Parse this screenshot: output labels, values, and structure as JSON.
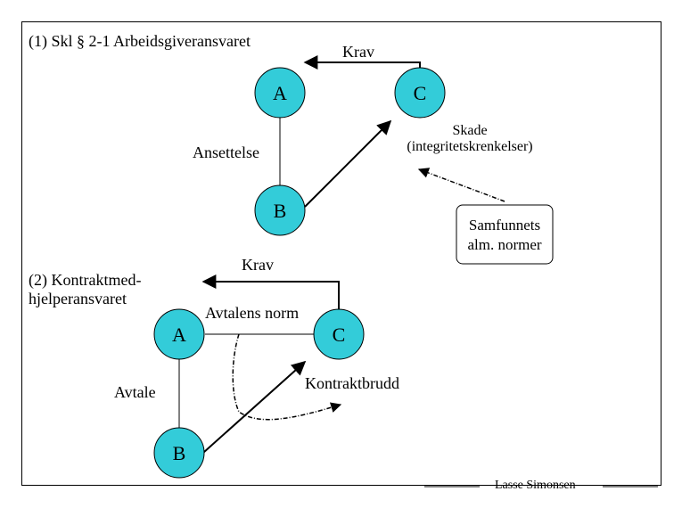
{
  "colors": {
    "node_fill": "#33ccd9",
    "line": "#000000",
    "background": "#ffffff"
  },
  "section1": {
    "title": "(1) Skl § 2-1 Arbeidsgiveransvaret",
    "node_a": "A",
    "node_b": "B",
    "node_c": "C",
    "krav": "Krav",
    "ansettelse": "Ansettelse",
    "skade_line1": "Skade",
    "skade_line2": "(integritetskrenkelser)",
    "box_line1": "Samfunnets",
    "box_line2": "alm. normer"
  },
  "section2": {
    "title_line1": "(2) Kontraktmed-",
    "title_line2": "hjelperansvaret",
    "node_a": "A",
    "node_b": "B",
    "node_c": "C",
    "krav": "Krav",
    "norm": "Avtalens norm",
    "avtale": "Avtale",
    "brudd": "Kontraktbrudd"
  },
  "footer": {
    "author": "Lasse Simonsen"
  }
}
